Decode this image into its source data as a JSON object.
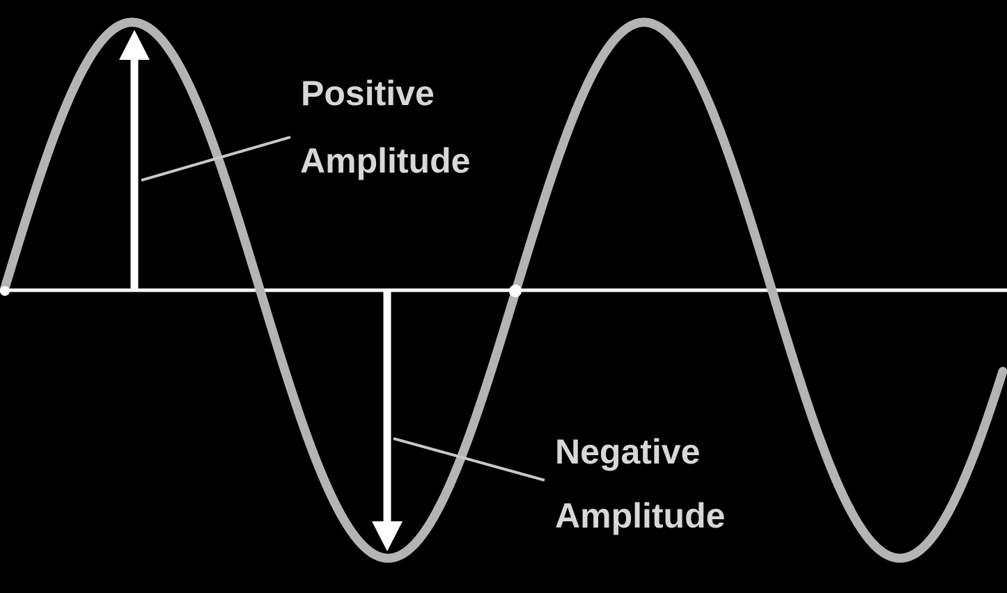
{
  "labels": {
    "positive_line1": "Positive",
    "positive_line2": "Amplitude",
    "negative_line1": "Negative",
    "negative_line2": "Amplitude"
  },
  "colors": {
    "background": "#000000",
    "wave": "#b4b4b4",
    "axis": "#ffffff",
    "arrow": "#ffffff",
    "text": "#d7d7d7",
    "leader_line": "#c8c8c8"
  }
}
